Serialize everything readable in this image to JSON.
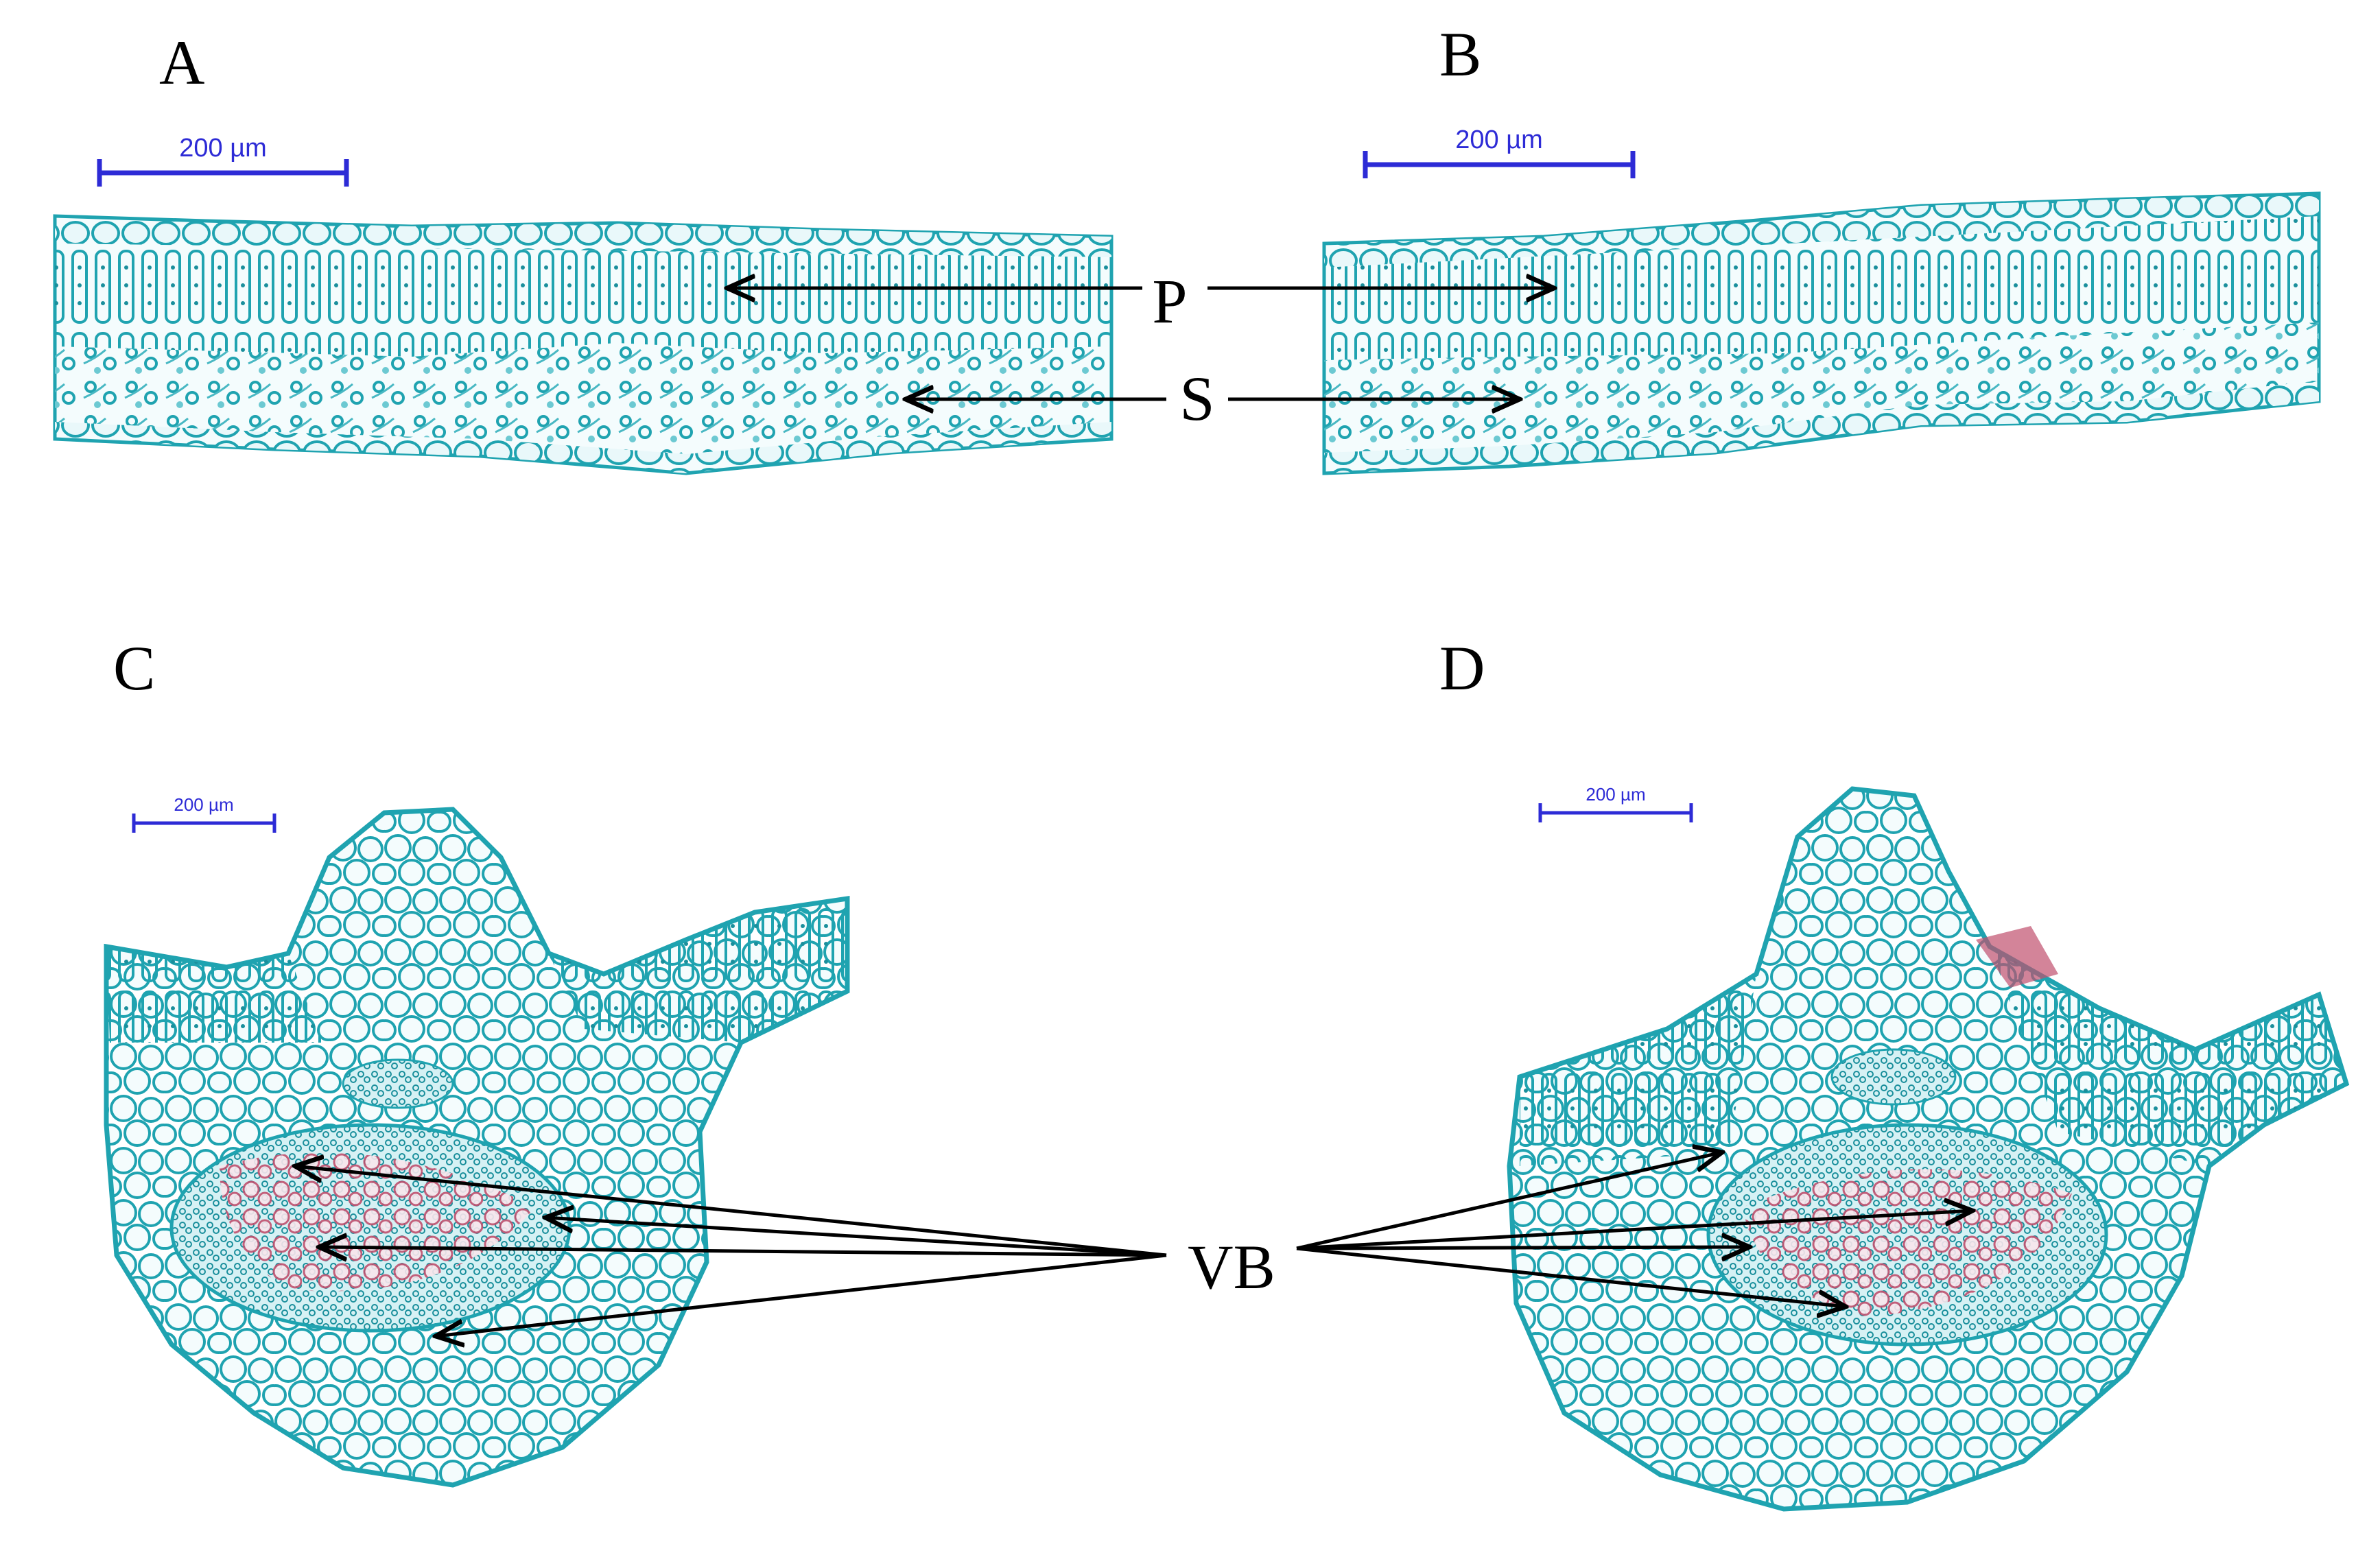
{
  "panels": [
    {
      "label": "A",
      "scale_bar": "200 µm"
    },
    {
      "label": "B",
      "scale_bar": "200 µm"
    },
    {
      "label": "C",
      "scale_bar": "200 µm"
    },
    {
      "label": "D",
      "scale_bar": "200 µm"
    }
  ],
  "annotations": {
    "palisade": "P",
    "spongy": "S",
    "vascular_bundle": "VB"
  },
  "colors": {
    "tissue_stain": "#1fa3b0",
    "tissue_light": "#bfe8ec",
    "xylem_stain": "#c0506e",
    "scale_bar": "#2d2bd6",
    "arrow": "#000000"
  }
}
